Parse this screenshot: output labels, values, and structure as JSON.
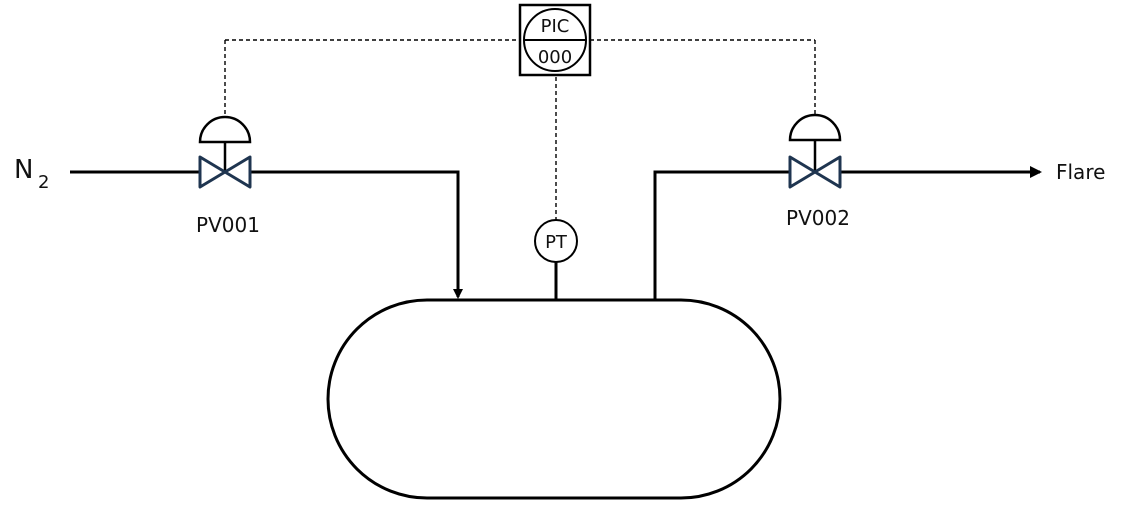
{
  "diagram": {
    "inlet": {
      "fluid": "N",
      "subscript": "2"
    },
    "outlet": {
      "label": "Flare"
    },
    "valves": [
      {
        "tag": "PV001"
      },
      {
        "tag": "PV002"
      }
    ],
    "transmitter": {
      "label": "PT"
    },
    "controller": {
      "function": "PIC",
      "loop": "000"
    }
  }
}
